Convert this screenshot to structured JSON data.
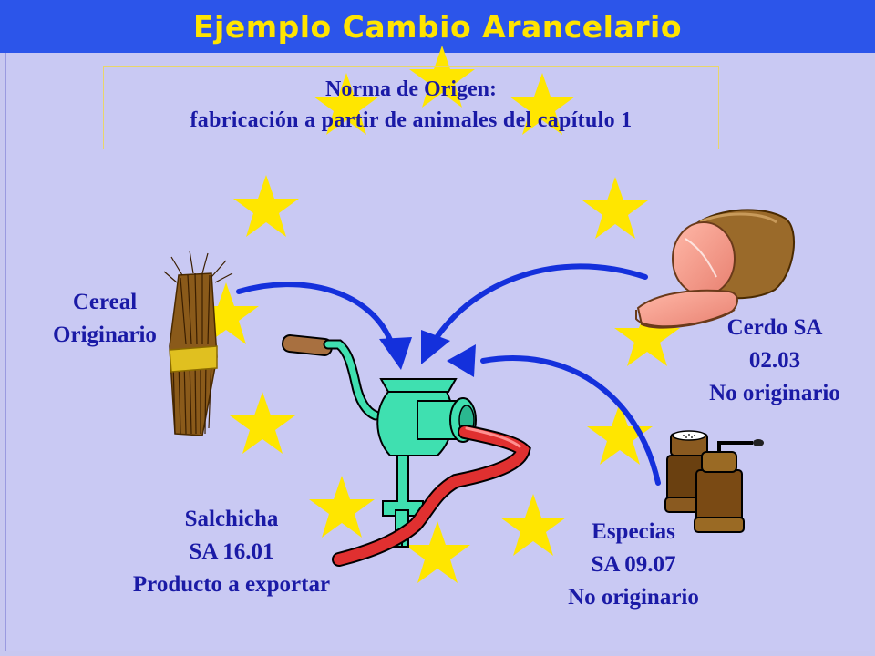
{
  "slide": {
    "title": "Ejemplo Cambio Arancelario"
  },
  "rule": {
    "line1": "Norma de Origen:",
    "line2": "fabricación a partir de animales del capítulo 1"
  },
  "inputs": {
    "cereal": {
      "line1": "Cereal",
      "line2": "Originario"
    },
    "pork": {
      "line1": "Cerdo SA",
      "line2": "02.03",
      "line3": "No originario"
    },
    "spices": {
      "line1": "Especias",
      "line2": "SA 09.07",
      "line3": "No originario"
    }
  },
  "output": {
    "line1": "Salchicha",
    "line2": "SA 16.01",
    "line3": "Producto a exportar"
  },
  "icons": [
    "eu-star-icon",
    "wheat-icon",
    "ham-icon",
    "pepper-mill-icon",
    "meat-grinder-icon",
    "sausage-icon",
    "arrow-icon"
  ],
  "colors": {
    "header": "#2c55ea",
    "title": "#ffe400",
    "background": "#c9c9f3",
    "star": "#ffe600",
    "text": "#1a1aa6",
    "arrow": "#1430dc",
    "grinder": "#3fe0b0",
    "sausage": "#e03030"
  }
}
